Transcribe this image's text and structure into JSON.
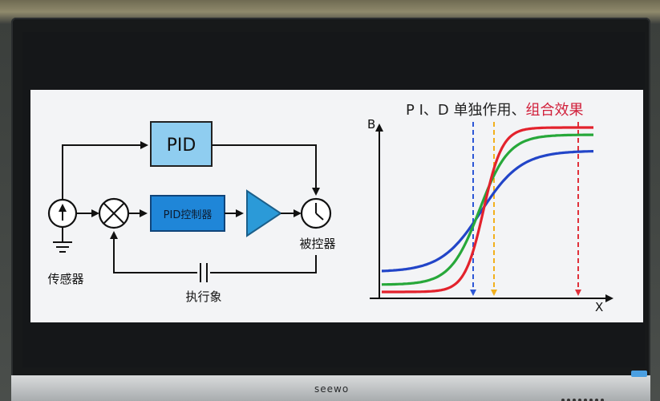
{
  "device": {
    "brand": "seewo"
  },
  "slide": {
    "control_diagram": {
      "pid_top_label": "PID",
      "pid_controller_label": "PID控制器",
      "sensor_label": "传感器",
      "plant_label": "被控器",
      "actuator_label": "执行象"
    },
    "chart": {
      "title_part1": "P I、D 单独作用、",
      "title_part2": "组合效果",
      "title_part2_color": "#d11f3a",
      "y_axis_label": "B",
      "x_axis_label": "X"
    }
  },
  "colors": {
    "pid_top_box": "#8fcdf0",
    "pid_controller_box": "#1f86d8",
    "amplifier": "#2b9ad8",
    "curve_red": "#e3222c",
    "curve_green": "#27a83a",
    "curve_blue": "#2245c8",
    "dash_blue": "#2d57d6",
    "dash_yellow": "#f2b01c",
    "dash_red": "#e0303a"
  },
  "chart_data": {
    "type": "line",
    "series": [
      {
        "color": "red"
      },
      {
        "color": "green"
      },
      {
        "color": "blue"
      }
    ]
  }
}
